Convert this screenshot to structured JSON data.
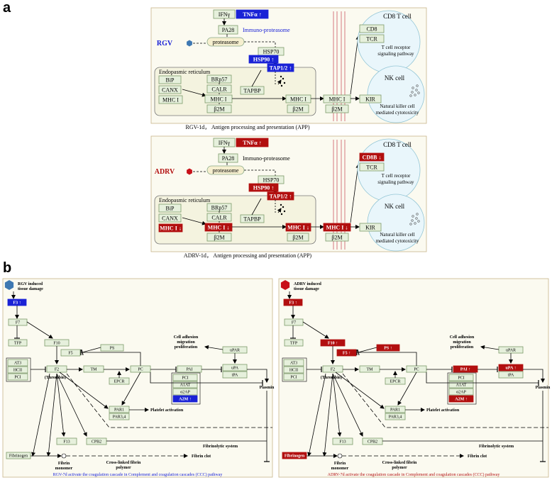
{
  "panel_a_label": "a",
  "panel_b_label": "b",
  "app_rgv": {
    "drug": "RGV",
    "ifn": "IFNγ",
    "tnf": "TNFα ↑",
    "pa28": "PA28",
    "immuno": "Immuno-proteasome",
    "proteasome": "proteasome",
    "hsp70": "HSP70",
    "hsp90": "HSP90 ↑",
    "tap": "TAP1/2 ↑",
    "er": "Endopasmic reticulum",
    "bip": "BiP",
    "canx": "CANX",
    "mhc1_left": "MHC I",
    "brp57": "BRp57",
    "calr": "CALR",
    "mhc1_mid": "MHC I",
    "b2m_mid": "β2M",
    "tapbp": "TAPBP",
    "mhc1_er": "MHC I",
    "b2m_er": "β2M",
    "mhc1_surf": "MHC I",
    "b2m_surf": "β2M",
    "cd8": "CD8",
    "tcr": "TCR",
    "kir": "KIR",
    "cd8_cell": "CD8 T cell",
    "tcr_path": [
      "T cell receptor",
      "signaling pathway"
    ],
    "nk_cell": "NK cell",
    "nk_path": [
      "Natural killer cell",
      "mediated cytotoxicity"
    ],
    "caption": "RGV-1d， Antigen processing and presentation (APP)"
  },
  "app_adrv": {
    "drug": "ADRV",
    "ifn": "IFNγ",
    "tnf": "TNFα ↑",
    "pa28": "PA28",
    "immuno": "Immuno-proteasome",
    "proteasome": "proteasome",
    "hsp70": "HSP70",
    "hsp90": "HSP90 ↑",
    "tap": "TAP1/2 ↑",
    "er": "Endopasmic reticulum",
    "bip": "BiP",
    "canx": "CANX",
    "mhc1_left": "MHC I ↓",
    "brp57": "BRp57",
    "calr": "CALR",
    "mhc1_mid": "MHC I ↓",
    "b2m_mid": "β2M",
    "tapbp": "TAPBP",
    "mhc1_er": "MHC I ↓",
    "b2m_er": "β2M",
    "mhc1_surf": "MHC I ↓",
    "b2m_surf": "β2M",
    "cd8": "CD8B ↓",
    "tcr": "TCR",
    "kir": "KIR",
    "cd8_cell": "CD8 T cell",
    "tcr_path": [
      "T cell receptor",
      "signaling pathway"
    ],
    "nk_cell": "NK cell",
    "nk_path": [
      "Natural killer cell",
      "mediated cytotoxicity"
    ],
    "caption": "ADRV-1d， Antigen processing and presentation (APP)"
  },
  "ccc_rgv": {
    "title": [
      "RGV induced",
      "tissue damage"
    ],
    "f3": "F3 ↑",
    "f7": "F7",
    "tfp": "TFP",
    "f10": "F10",
    "f5": "F5",
    "ps": "PS",
    "at3": "AT3",
    "hcii": "HCII",
    "pci_left": "PCI",
    "f2": "F2",
    "thrombin": "(Thrombin)",
    "tm": "TM",
    "epcr": "EPCR",
    "pc": "PC",
    "pai": "PAI",
    "pci": "PCI",
    "a1at": "A1AT",
    "a2ap": "α2AP",
    "a2m": "A2M ↑",
    "upar": "uPAR",
    "upa": "uPA",
    "tpa": "tPA",
    "plasmin": "Plasmin",
    "cell_adh": [
      "Cell adhesion",
      "migration",
      "proliferation"
    ],
    "par1": "PAR1",
    "par34": "PAR3,4",
    "platelet": "Platelet activation",
    "f13": "F13",
    "cpb2": "CPB2",
    "fibrinolytic": "Fibrinolytic system",
    "fibrinogen": "Fibrinogen",
    "fibrin_mono": [
      "Fibrin",
      "monomer"
    ],
    "crosslinked": [
      "Cross-linked fibrin",
      "polymer"
    ],
    "fibrin_clot": "Fibrin clot",
    "caption": "RGV-7d activate the coagulation cascade in Complement and coagulation cascades (CCC) pathway"
  },
  "ccc_adrv": {
    "title": [
      "ADRV induced",
      "tissue damage"
    ],
    "f3": "F3 ↑",
    "f7": "F7",
    "tfp": "TFP",
    "f10": "F10 ↑",
    "f5": "F5 ↑",
    "ps": "PS ↑",
    "at3": "AT3",
    "hcii": "HCII",
    "pci_left": "PCI",
    "f2": "F2",
    "thrombin": "(Thrombin)",
    "tm": "TM",
    "epcr": "EPCR",
    "pc": "PC",
    "pai": "PAI ↑",
    "pci": "PCI",
    "a1at": "A1AT",
    "a2ap": "α2AP",
    "a2m": "A2M ↑",
    "upar": "uPAR",
    "upa": "uPA ↑",
    "tpa": "tPA",
    "plasmin": "Plasmin",
    "cell_adh": [
      "Cell adhesion",
      "migration",
      "proliferation"
    ],
    "par1": "PAR1",
    "par34": "PAR3,4",
    "platelet": "Platelet activation",
    "f13": "F13",
    "cpb2": "CPB2",
    "fibrinolytic": "Fibrinolytic system",
    "fibrinogen": "Fibrinogen",
    "fibrin_mono": [
      "Fibrin",
      "monomer"
    ],
    "crosslinked": [
      "Cross-linked fibrin",
      "polymer"
    ],
    "fibrin_clot": "Fibrin clot",
    "caption": "ADRV-7d activate the coagulation cascade in Complement and coagulation cascades (CCC) pathway"
  },
  "colors": {
    "panel_bg": "#fbfaf0",
    "panel_border": "#c9b58a",
    "box_bg": "#e6f0dc",
    "box_border": "#7c9a6b",
    "blue": "#1a22d6",
    "red": "#b20f0f",
    "cell_bg": "#e9f6fb",
    "cell_border": "#94c6d6",
    "membrane": "#e3a9a9",
    "proteasome_bg": "#f6efcf",
    "rgv_hex": "#3e78b2",
    "adrv_hex": "#c8101a"
  }
}
